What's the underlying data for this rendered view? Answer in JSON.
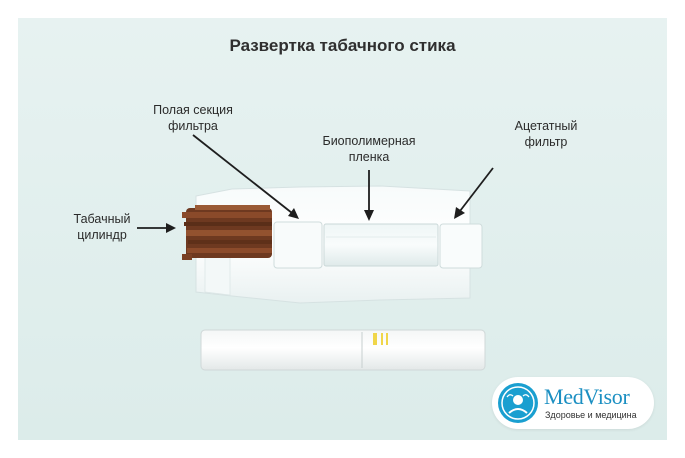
{
  "title": "Развертка табачного стика",
  "labels": {
    "tobacco_line1": "Табачный",
    "tobacco_line2": "цилиндр",
    "hollow_line1": "Полая секция",
    "hollow_line2": "фильтра",
    "film_line1": "Биополимерная",
    "film_line2": "пленка",
    "acetate_line1": "Ацетатный",
    "acetate_line2": "фильтр"
  },
  "logo": {
    "brand": "MedVisor",
    "tagline": "Здоровье и медицина"
  },
  "colors": {
    "background": "#dcecea",
    "tobacco": "#7a3f22",
    "logo_blue": "#1a9fd0",
    "stick_band": "#f0d64a"
  }
}
